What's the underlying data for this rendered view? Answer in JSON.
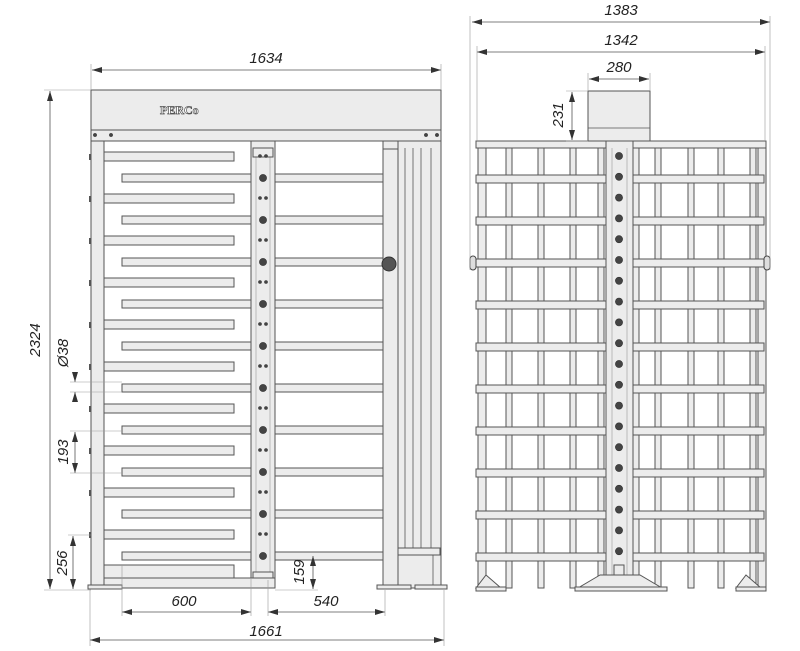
{
  "title": "Turnstile dimensional drawing",
  "logo_text": "PERCo",
  "front_view": {
    "dims": {
      "top_width": "1634",
      "total_height": "2324",
      "bar_diameter": "Ø38",
      "bar_pitch": "193",
      "bottom_bar_height": "256",
      "rotor_clearance": "159",
      "left_passage": "600",
      "right_passage": "540",
      "base_width": "1661"
    }
  },
  "side_view": {
    "dims": {
      "overall_width": "1383",
      "frame_width": "1342",
      "box_width": "280",
      "box_height": "231"
    }
  },
  "colors": {
    "line": "#555555",
    "fill": "#ececec",
    "dark": "#444444"
  }
}
